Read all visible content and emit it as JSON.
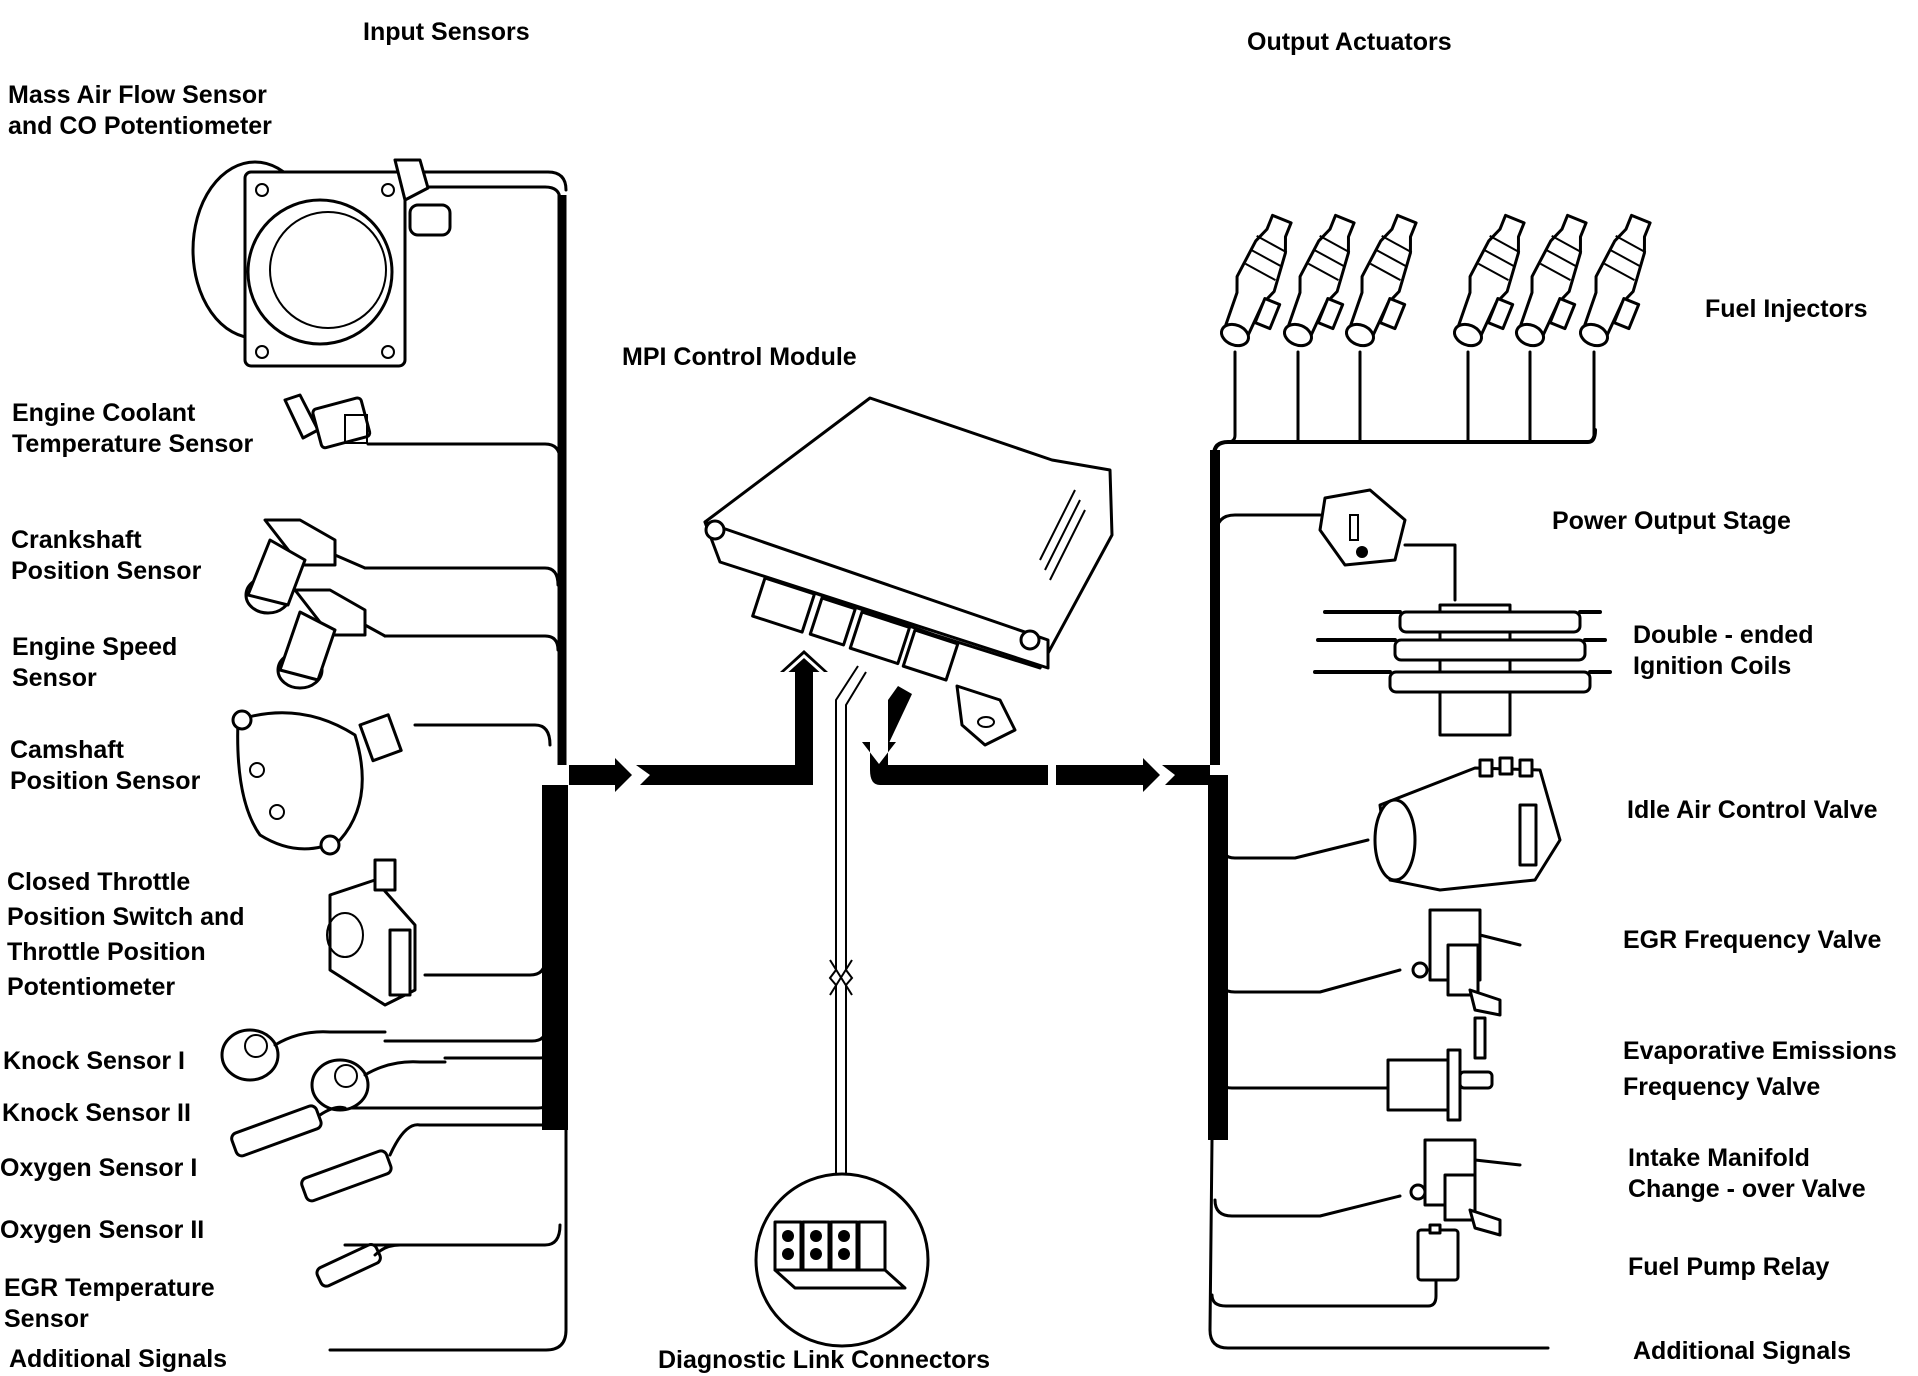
{
  "diagram": {
    "sections": {
      "inputs_title": "Input Sensors",
      "outputs_title": "Output Actuators",
      "module_title": "MPI Control Module",
      "diagnostic_title": "Diagnostic Link Connectors"
    },
    "input_sensors": [
      {
        "lines": [
          "Mass Air Flow Sensor",
          "and CO Potentiometer"
        ],
        "icon": "mass-air-flow-sensor-icon"
      },
      {
        "lines": [
          "Engine Coolant",
          "Temperature Sensor"
        ],
        "icon": "coolant-temperature-sensor-icon"
      },
      {
        "lines": [
          "Crankshaft",
          "Position Sensor"
        ],
        "icon": "crankshaft-position-sensor-icon"
      },
      {
        "lines": [
          "Engine Speed",
          "Sensor"
        ],
        "icon": "engine-speed-sensor-icon"
      },
      {
        "lines": [
          "Camshaft",
          "Position Sensor"
        ],
        "icon": "camshaft-position-sensor-icon"
      },
      {
        "lines": [
          "Closed Throttle",
          "Position Switch  and",
          "Throttle Position",
          "Potentiometer"
        ],
        "icon": "throttle-position-sensor-icon"
      },
      {
        "lines": [
          "Knock Sensor I"
        ],
        "icon": "knock-sensor-icon"
      },
      {
        "lines": [
          "Knock Sensor II"
        ],
        "icon": "knock-sensor-icon"
      },
      {
        "lines": [
          "Oxygen Sensor I"
        ],
        "icon": "oxygen-sensor-icon"
      },
      {
        "lines": [
          "Oxygen Sensor II"
        ],
        "icon": "oxygen-sensor-icon"
      },
      {
        "lines": [
          "EGR Temperature",
          "Sensor"
        ],
        "icon": "egr-temperature-sensor-icon"
      },
      {
        "lines": [
          "Additional Signals"
        ],
        "icon": ""
      }
    ],
    "output_actuators": [
      {
        "lines": [
          "Fuel Injectors"
        ],
        "icon": "fuel-injector-icon",
        "count": 6
      },
      {
        "lines": [
          "Power Output Stage"
        ],
        "icon": "power-output-stage-icon"
      },
      {
        "lines": [
          "Double - ended",
          "Ignition Coils"
        ],
        "icon": "ignition-coil-icon"
      },
      {
        "lines": [
          "Idle Air Control Valve"
        ],
        "icon": "idle-air-control-valve-icon"
      },
      {
        "lines": [
          "EGR Frequency Valve"
        ],
        "icon": "egr-frequency-valve-icon"
      },
      {
        "lines": [
          "Evaporative  Emissions",
          "Frequency Valve"
        ],
        "icon": "evap-frequency-valve-icon"
      },
      {
        "lines": [
          "Intake Manifold",
          "Change - over Valve"
        ],
        "icon": "intake-manifold-valve-icon"
      },
      {
        "lines": [
          "Fuel Pump Relay"
        ],
        "icon": "fuel-pump-relay-icon"
      },
      {
        "lines": [
          "Additional Signals"
        ],
        "icon": ""
      }
    ],
    "colors": {
      "ink": "#000000",
      "paper": "#ffffff"
    }
  }
}
